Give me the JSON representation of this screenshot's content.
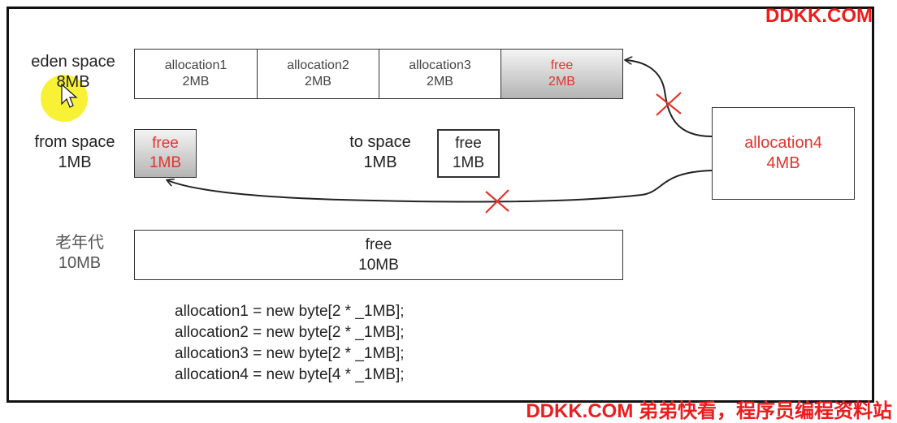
{
  "watermark": {
    "top": "DDKK.COM",
    "bottom": "DDKK.COM 弟弟快看，程序员编程资料站"
  },
  "eden": {
    "label": "eden space",
    "size": "8MB",
    "cells": [
      {
        "name": "allocation1",
        "size": "2MB"
      },
      {
        "name": "allocation2",
        "size": "2MB"
      },
      {
        "name": "allocation3",
        "size": "2MB"
      },
      {
        "name": "free",
        "size": "2MB"
      }
    ]
  },
  "from_space": {
    "label": "from space",
    "size": "1MB",
    "box_name": "free",
    "box_size": "1MB"
  },
  "to_space": {
    "label": "to space",
    "size": "1MB",
    "box_name": "free",
    "box_size": "1MB"
  },
  "old_gen": {
    "label": "老年代",
    "size": "10MB",
    "box_name": "free",
    "box_size": "10MB"
  },
  "allocation4": {
    "name": "allocation4",
    "size": "4MB"
  },
  "code": [
    "allocation1 = new byte[2 * _1MB];",
    "allocation2 = new byte[2 * _1MB];",
    "allocation3 = new byte[2 * _1MB];",
    "allocation4 = new byte[4 * _1MB];"
  ],
  "colors": {
    "accent_red": "#e0342c",
    "border": "#333333"
  }
}
